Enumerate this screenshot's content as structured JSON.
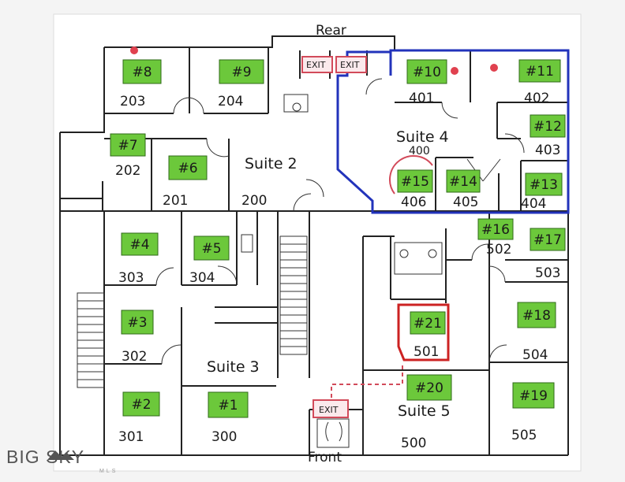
{
  "plan": {
    "top_label": "Rear",
    "bottom_label": "Front",
    "exits": [
      "EXIT",
      "EXIT",
      "EXIT"
    ],
    "suites": [
      {
        "id": "suite-2",
        "label": "Suite 2"
      },
      {
        "id": "suite-3",
        "label": "Suite 3"
      },
      {
        "id": "suite-4",
        "label": "Suite 4",
        "number": "400"
      },
      {
        "id": "suite-5",
        "label": "Suite 5"
      }
    ],
    "units": [
      {
        "tag": "#8",
        "room": "203"
      },
      {
        "tag": "#9",
        "room": "204"
      },
      {
        "tag": "#10",
        "room": "401"
      },
      {
        "tag": "#11",
        "room": "402"
      },
      {
        "tag": "#7",
        "room": "202"
      },
      {
        "tag": "#6",
        "room": "201"
      },
      {
        "tag": "#12",
        "room": "403"
      },
      {
        "tag": "#15",
        "room": "406"
      },
      {
        "tag": "#14",
        "room": "405"
      },
      {
        "tag": "#13",
        "room": "404"
      },
      {
        "tag": "#4",
        "room": "303"
      },
      {
        "tag": "#5",
        "room": "304"
      },
      {
        "tag": "#16",
        "room": "502"
      },
      {
        "tag": "#17",
        "room": "503"
      },
      {
        "tag": "#3",
        "room": "302"
      },
      {
        "tag": "#21",
        "room": "501"
      },
      {
        "tag": "#18",
        "room": "504"
      },
      {
        "tag": "#20",
        "room": ""
      },
      {
        "tag": "#2",
        "room": "301"
      },
      {
        "tag": "#1",
        "room": "300"
      },
      {
        "tag": "#19",
        "room": "505"
      }
    ],
    "area_numbers": {
      "suite_2": "200",
      "suite_5": "500"
    }
  },
  "branding": {
    "logo_text": "BIG SKY",
    "logo_sub": "MLS"
  },
  "colors": {
    "tag_green": "#6cc83b",
    "suite4_outline": "#2233bb",
    "suite21_outline": "#cc2222",
    "exit_red": "#d24a5a",
    "wall": "#222222"
  }
}
